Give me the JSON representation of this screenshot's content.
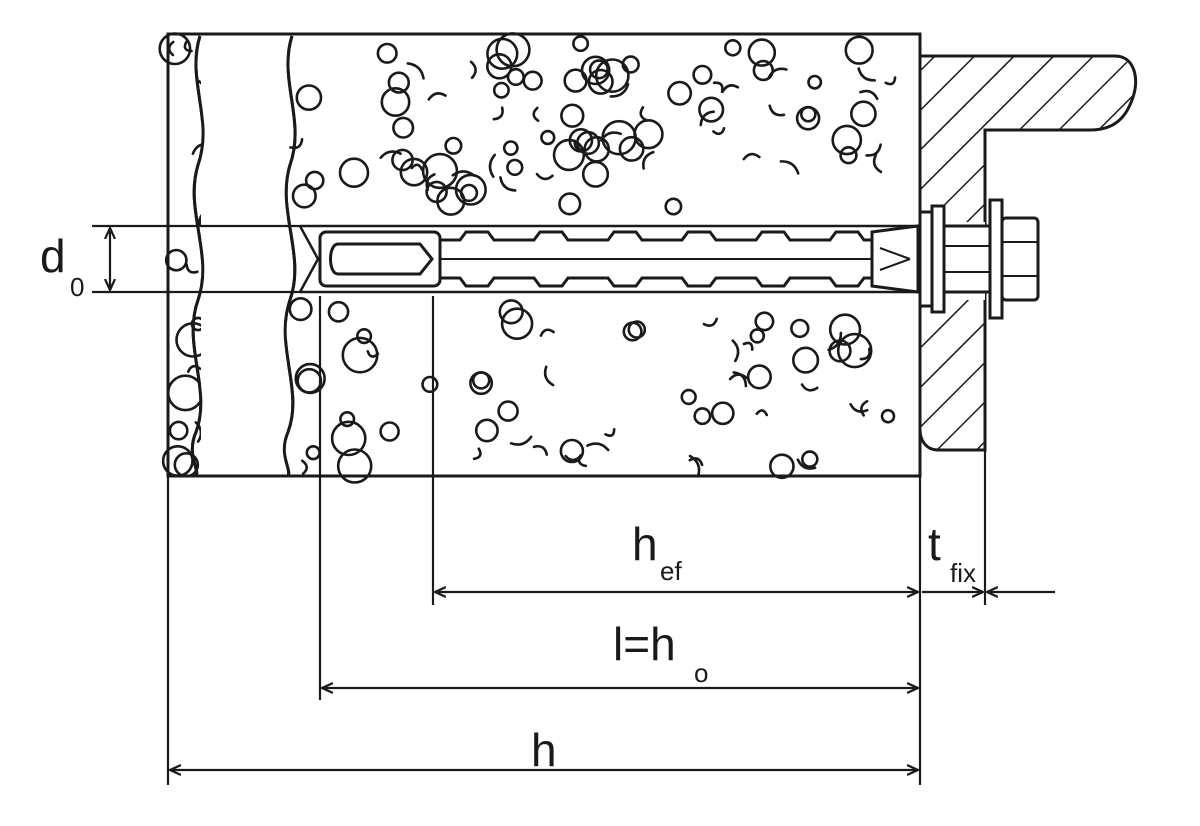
{
  "diagram": {
    "colors": {
      "ink": "#1a1a1a",
      "background": "#ffffff",
      "concrete_fill": "#ffffff"
    },
    "labels": {
      "d0": {
        "main": "d",
        "sub": "0"
      },
      "hef": {
        "main": "h",
        "sub": "ef"
      },
      "l_ho": {
        "main": "l=h",
        "sub": "o"
      },
      "h": {
        "main": "h"
      },
      "tfix": {
        "main": "t",
        "sub": "fix"
      }
    }
  }
}
